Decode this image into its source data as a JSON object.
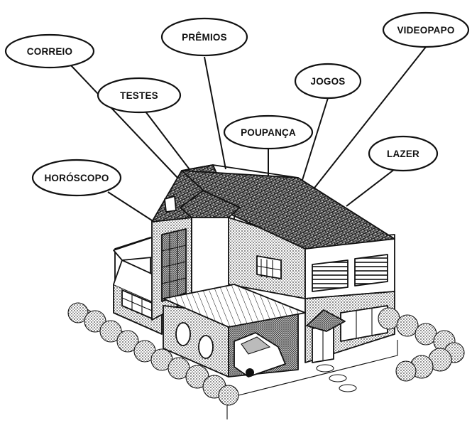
{
  "labels": {
    "correio": "CORREIO",
    "premios": "PRÊMIOS",
    "videopapo": "VIDEOPAPO",
    "testes": "TESTES",
    "jogos": "JOGOS",
    "poupanca": "POUPANÇA",
    "lazer": "LAZER",
    "horoscopo": "HORÓSCOPO"
  },
  "colors": {
    "ink": "#111111",
    "paper": "#ffffff",
    "stipple": "#555555"
  }
}
